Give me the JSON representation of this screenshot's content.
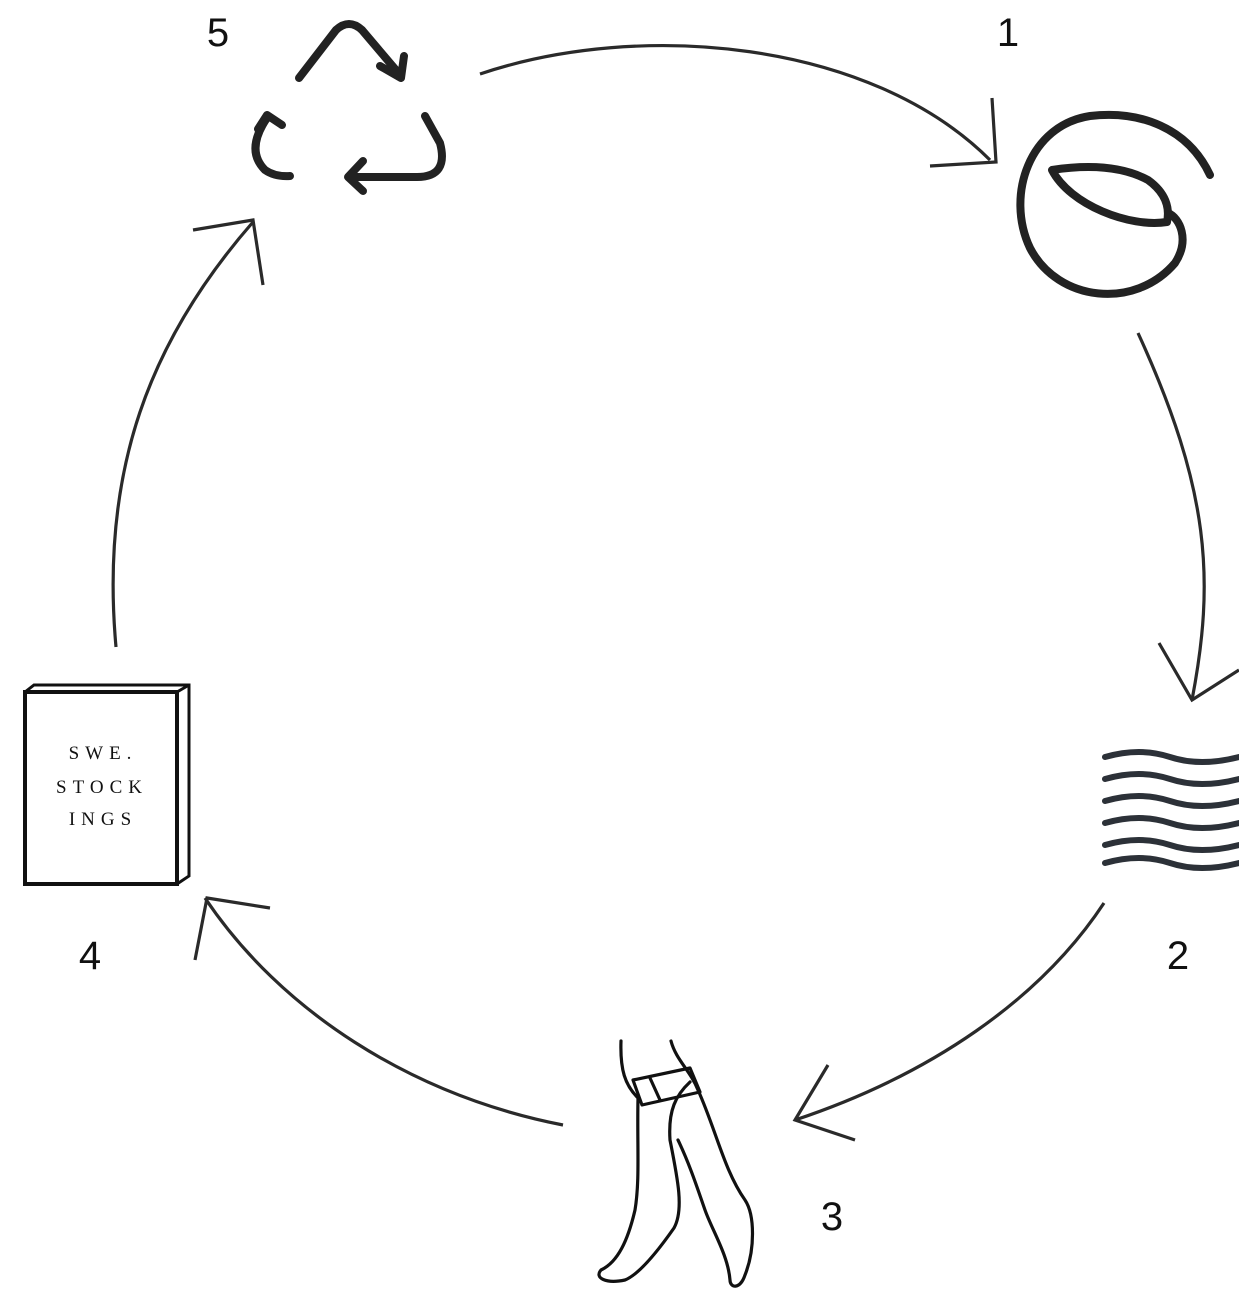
{
  "steps": [
    {
      "number": "1",
      "icon": "leaf-icon"
    },
    {
      "number": "2",
      "icon": "wave-lines-icon"
    },
    {
      "number": "3",
      "icon": "stockinged-legs-icon"
    },
    {
      "number": "4",
      "icon": "product-box-icon"
    },
    {
      "number": "5",
      "icon": "recycle-icon"
    }
  ],
  "box": {
    "line1": "SWE.",
    "line2": "STOCK",
    "line3": "INGS"
  }
}
